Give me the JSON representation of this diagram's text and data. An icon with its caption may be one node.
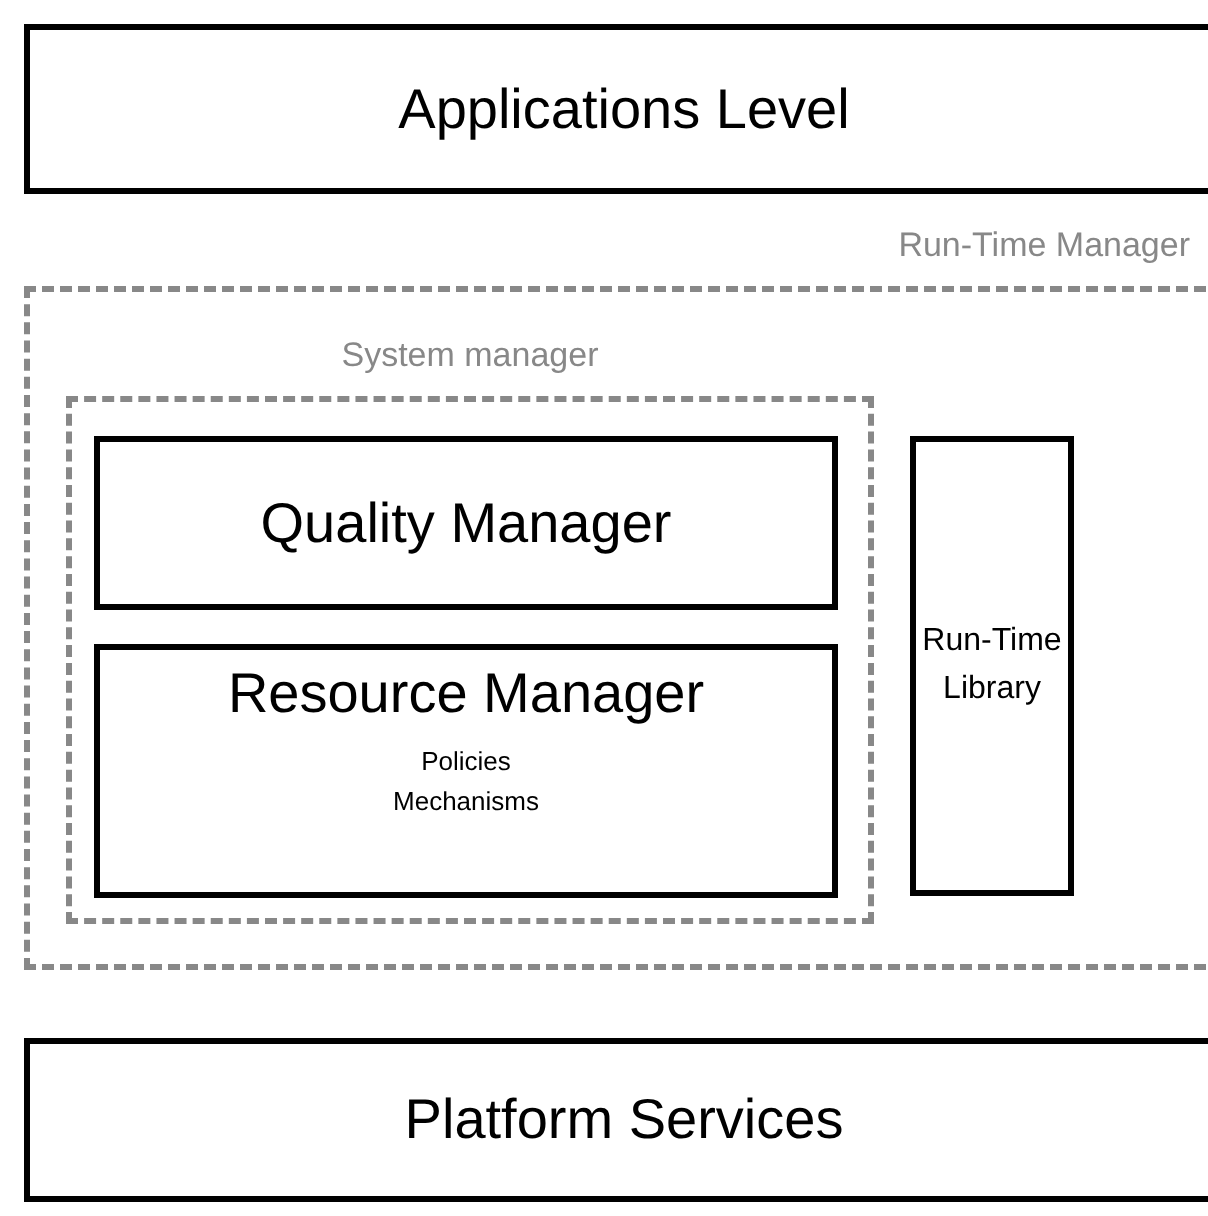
{
  "diagram": {
    "nodes": [
      {
        "text": [
          "Applications Level"
        ]
      },
      {
        "text": [
          "Run-Time Manager"
        ]
      },
      {
        "text": [
          "System manager"
        ],
        "in": 1
      },
      {
        "text": [
          "Quality Manager"
        ],
        "in": 2
      },
      {
        "text": [
          "Resource Manager",
          "Policies Mechanisms"
        ],
        "in": 2
      },
      {
        "text": [
          "Run-Time Library"
        ],
        "in": 1
      },
      {
        "text": [
          "Platform Services"
        ]
      }
    ]
  }
}
